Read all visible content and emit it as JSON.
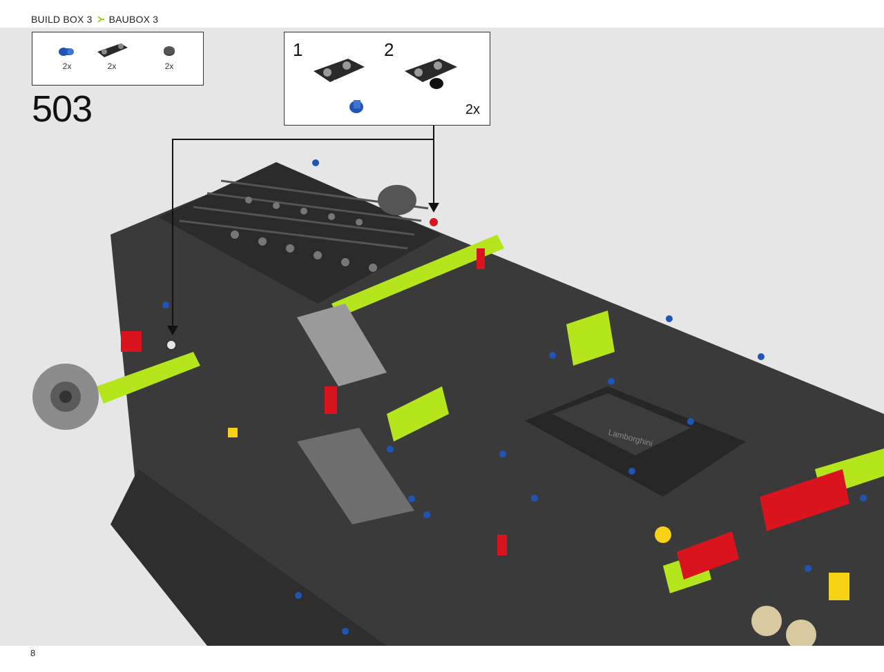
{
  "header": {
    "breadcrumb_en": "BUILD BOX 3",
    "breadcrumb_de": "BAUBOX 3",
    "separator_icon": "leaf-chevron-icon",
    "accent_color": "#9ccc1a"
  },
  "parts_list": {
    "items": [
      {
        "name": "blue-axle-pin",
        "qty": "2x",
        "color": "#1f55b5"
      },
      {
        "name": "black-connector",
        "qty": "2x",
        "color": "#2a2a2a"
      },
      {
        "name": "dark-round-tile",
        "qty": "2x",
        "color": "#3a3a3a"
      }
    ]
  },
  "step": {
    "number": "503"
  },
  "sub_assembly": {
    "step1": "1",
    "step2": "2",
    "qty": "2x"
  },
  "footer": {
    "page_number": "8"
  },
  "colors": {
    "background": "#e6e6e6",
    "black_beam": "#2b2b2b",
    "lime": "#b5e61d",
    "red": "#d9141e",
    "blue": "#1f55b5",
    "gray": "#8c8c8c",
    "yellow": "#f7d117"
  }
}
